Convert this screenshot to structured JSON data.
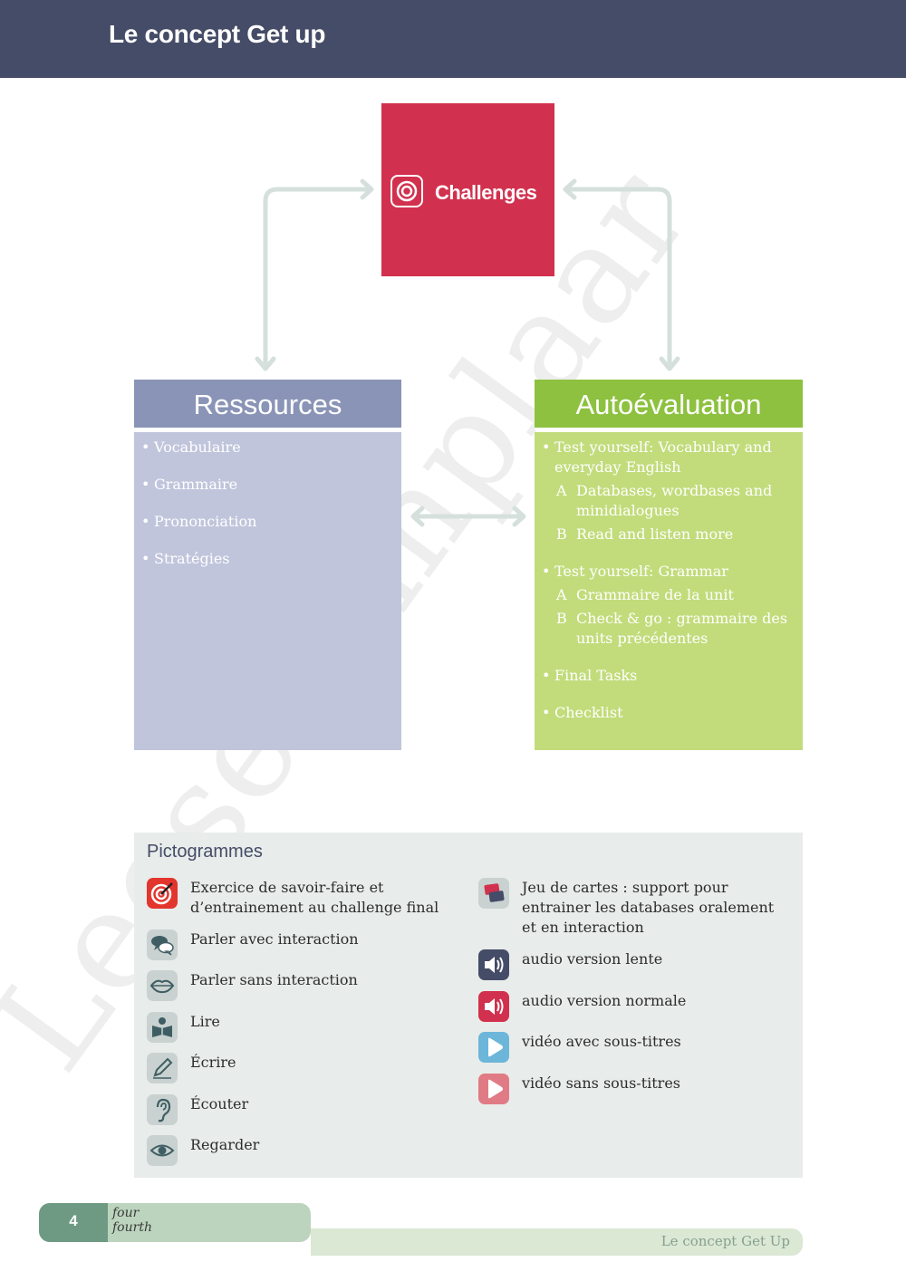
{
  "header": {
    "title": "Le concept Get up"
  },
  "watermark": "Leesexemplaar",
  "challenges": {
    "label": "Challenges"
  },
  "ressources": {
    "title": "Ressources",
    "items": [
      "Vocabulaire",
      "Grammaire",
      "Prononciation",
      "Stratégies"
    ]
  },
  "autoevaluation": {
    "title": "Autoévaluation",
    "groups": [
      {
        "label": "Test yourself: Vocabulary and everyday English",
        "subs": [
          {
            "letter": "A",
            "text": "Databases, wordbases and minidialogues"
          },
          {
            "letter": "B",
            "text": "Read and listen more"
          }
        ]
      },
      {
        "label": "Test yourself: Grammar",
        "subs": [
          {
            "letter": "A",
            "text": "Grammaire de la unit"
          },
          {
            "letter": "B",
            "text": "Check & go : grammaire des units précédentes"
          }
        ]
      },
      {
        "label": "Final Tasks",
        "subs": []
      },
      {
        "label": "Checklist",
        "subs": []
      }
    ]
  },
  "pictogrammes": {
    "title": "Pictogrammes",
    "left": [
      {
        "icon": "target-icon",
        "text": "Exercice de savoir-faire et d’entrainement au challenge final"
      },
      {
        "icon": "speech-bubbles-icon",
        "text": "Parler avec interaction"
      },
      {
        "icon": "lips-icon",
        "text": "Parler sans interaction"
      },
      {
        "icon": "book-icon",
        "text": "Lire"
      },
      {
        "icon": "pencil-icon",
        "text": "Écrire"
      },
      {
        "icon": "ear-icon",
        "text": "Écouter"
      },
      {
        "icon": "eye-icon",
        "text": "Regarder"
      }
    ],
    "right": [
      {
        "icon": "cards-icon",
        "text": "Jeu de cartes :  support pour entrainer les databases oralement et en interaction"
      },
      {
        "icon": "speaker-dark-icon",
        "text": "audio version lente"
      },
      {
        "icon": "speaker-red-icon",
        "text": "audio version normale"
      },
      {
        "icon": "play-blue-icon",
        "text": "vidéo avec sous-titres"
      },
      {
        "icon": "play-pink-icon",
        "text": "vidéo sans sous-titres"
      }
    ]
  },
  "footer": {
    "page_number": "4",
    "word1": "four",
    "word2": "fourth",
    "title": "Le concept Get Up"
  },
  "colors": {
    "header": "#454c67",
    "challenges": "#d1314e",
    "ressources": "#8a94b6",
    "autoevaluation": "#8dc13f"
  }
}
